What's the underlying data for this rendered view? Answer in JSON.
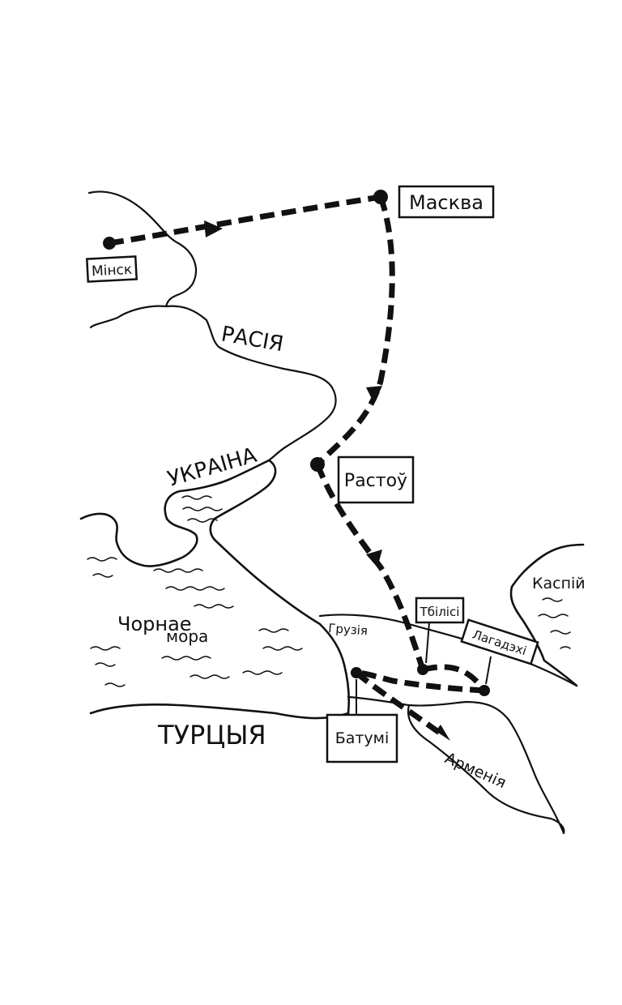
{
  "map": {
    "countries": {
      "russia": "РАСІЯ",
      "ukraine": "УКРАІНА",
      "georgia": "Грузія",
      "turkey": "ТУРЦЫЯ",
      "armenia": "Арменія"
    },
    "seas": {
      "black_sea_line1": "Чорнае",
      "black_sea_line2": "мора",
      "caspian": "Каспій"
    },
    "cities": {
      "minsk": "Мінск",
      "moscow": "Масква",
      "rostov": "Растоў",
      "tbilisi": "Тбілісі",
      "lagodekhi": "Лагадэхі",
      "batumi": "Батумі"
    },
    "colors": {
      "ink": "#111111",
      "paper": "#ffffff"
    }
  }
}
